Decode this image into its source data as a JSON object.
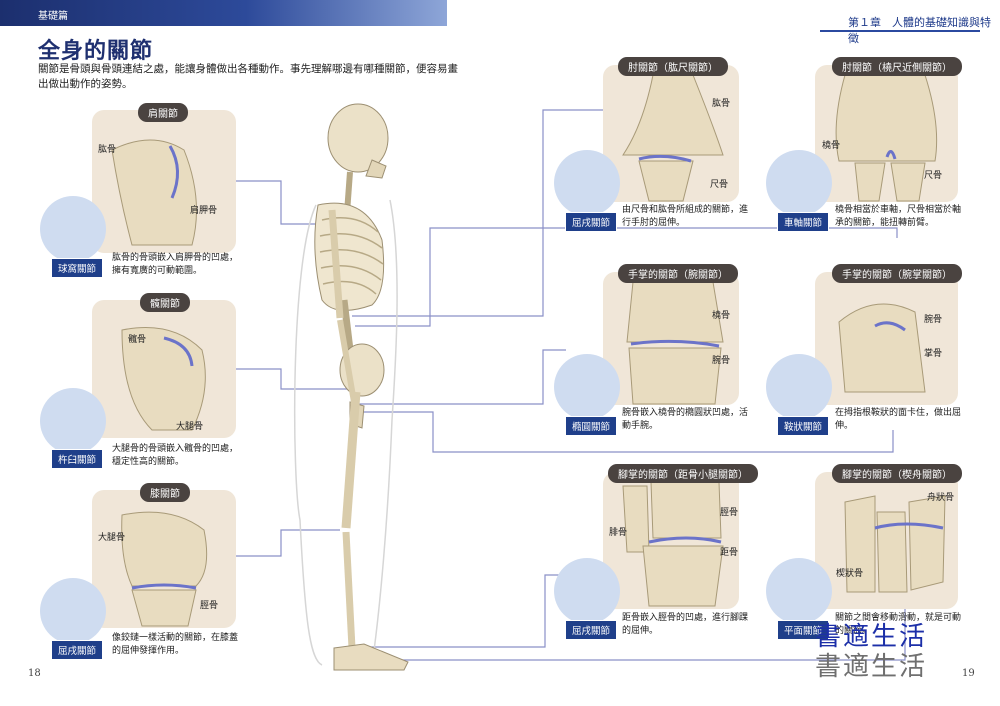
{
  "header": {
    "section_tag": "基礎篇",
    "chapter": "第１章　人體的基礎知識與特徵"
  },
  "page": {
    "title": "全身的關節",
    "intro": "關節是骨頭與骨頭連結之處，能讓身體做出各種動作。事先理解哪邊有哪種關節，便容易畫出做出動作的姿勢。",
    "page_left": "18",
    "page_right": "19"
  },
  "joints": {
    "shoulder": {
      "title": "肩關節",
      "labels": [
        "肱骨",
        "肩胛骨"
      ],
      "caption": "肱骨的骨頭嵌入肩胛骨的凹處，擁有寬廣的可動範圍。",
      "type": "球窩關節"
    },
    "hip": {
      "title": "髖關節",
      "labels": [
        "髖骨",
        "大腿骨"
      ],
      "caption": "大腿骨的骨頭嵌入髖骨的凹處，穩定性高的關節。",
      "type": "杵臼關節"
    },
    "knee": {
      "title": "膝關節",
      "labels": [
        "大腿骨",
        "脛骨"
      ],
      "caption": "像鉸鏈一樣活動的關節，在膝蓋的屈伸發揮作用。",
      "type": "屈戌關節"
    },
    "elbow1": {
      "title": "肘關節（肱尺關節）",
      "labels": [
        "肱骨",
        "尺骨"
      ],
      "caption": "由尺骨和肱骨所組成的關節，進行手肘的屈伸。",
      "type": "屈戌關節"
    },
    "elbow2": {
      "title": "肘關節（橈尺近側關節）",
      "labels": [
        "橈骨",
        "尺骨"
      ],
      "caption": "橈骨相當於車軸，尺骨相當於軸承的關節，能扭轉前臂。",
      "type": "車軸關節"
    },
    "wrist1": {
      "title": "手掌的關節（腕關節）",
      "labels": [
        "橈骨",
        "腕骨"
      ],
      "caption": "腕骨嵌入橈骨的橢圓狀凹處，活動手腕。",
      "type": "橢圓關節"
    },
    "wrist2": {
      "title": "手掌的關節（腕掌關節）",
      "labels": [
        "腕骨",
        "掌骨"
      ],
      "caption": "在拇指根鞍狀的面卡住，做出屈伸。",
      "type": "鞍狀關節"
    },
    "ankle1": {
      "title": "腳掌的關節（距骨小腿關節）",
      "labels": [
        "腓骨",
        "脛骨",
        "距骨"
      ],
      "caption": "距骨嵌入脛骨的凹處，進行腳踝的屈伸。",
      "type": "屈戌關節"
    },
    "ankle2": {
      "title": "腳掌的關節（楔舟關節）",
      "labels": [
        "舟狀骨",
        "楔狀骨"
      ],
      "caption": "關節之間會移動滑動，就是可動的關節。",
      "type": "平面關節"
    }
  },
  "watermark": {
    "line1": "書適生活",
    "line2": "書適生活"
  },
  "colors": {
    "navy": "#1f3f8a",
    "panel": "#f0e6d8",
    "bone": "#e8dcc0",
    "cartilage": "#6b73c9",
    "connector": "#8a90c8"
  }
}
